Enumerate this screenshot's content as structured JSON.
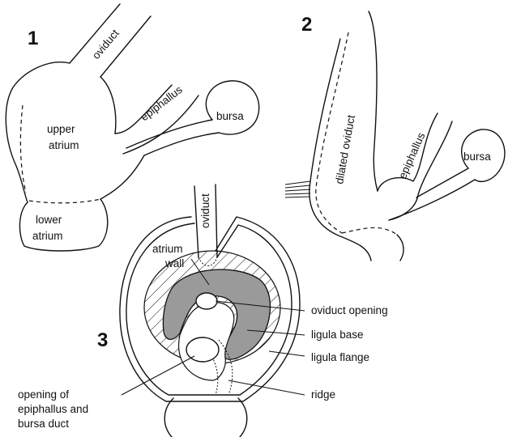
{
  "figure": {
    "panel1": {
      "number": "1",
      "labels": {
        "oviduct": "oviduct",
        "epiphallus": "epiphallus",
        "bursa": "bursa",
        "upper_atrium_line1": "upper",
        "upper_atrium_line2": "atrium",
        "lower_atrium_line1": "lower",
        "lower_atrium_line2": "atrium"
      }
    },
    "panel2": {
      "number": "2",
      "labels": {
        "dilated_oviduct": "dilated oviduct",
        "epiphallus": "epiphallus",
        "bursa": "bursa"
      }
    },
    "panel3": {
      "number": "3",
      "labels": {
        "oviduct": "oviduct",
        "atrium_wall_line1": "atrium",
        "atrium_wall_line2": "wall",
        "oviduct_opening": "oviduct opening",
        "ligula_base": "ligula base",
        "ligula_flange": "ligula flange",
        "ridge": "ridge",
        "opening_line1": "opening of",
        "opening_line2": "epiphallus and",
        "opening_line3": "bursa duct"
      }
    }
  },
  "colors": {
    "ligula_base_fill": "#9a9a9a",
    "line": "#111111"
  }
}
